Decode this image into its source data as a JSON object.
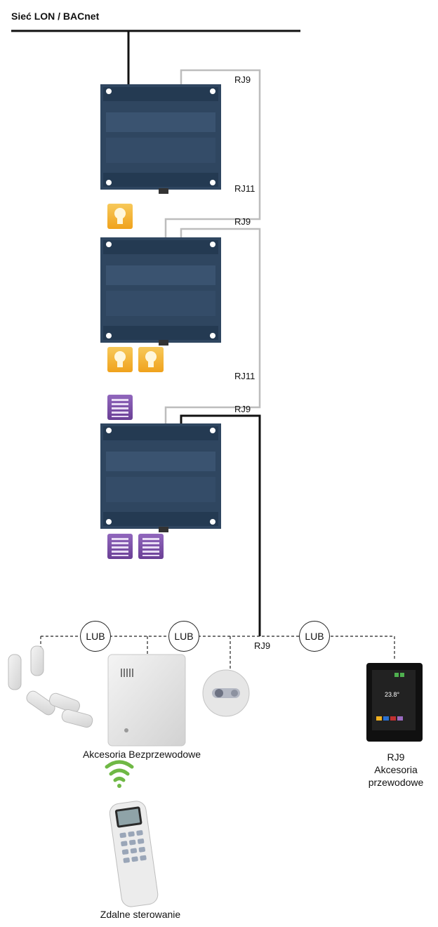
{
  "title": "Sieć LON / BACnet",
  "connectors": {
    "rj9_top": "RJ9",
    "rj11_first": "RJ11",
    "rj9_second": "RJ9",
    "rj11_second": "RJ11",
    "rj9_third": "RJ9",
    "rj9_bottom": "RJ9"
  },
  "lub_labels": [
    "LUB",
    "LUB",
    "LUB"
  ],
  "accessories": {
    "wireless_label": "Akcesoria Bezprzewodowe",
    "wired_rj9": "RJ9",
    "wired_label_1": "Akcesoria",
    "wired_label_2": "przewodowe",
    "remote_label": "Zdalne sterowanie"
  },
  "icons": {
    "light": "lightbulb-icon",
    "blind": "blind-icon",
    "wireless": "wifi-icon"
  },
  "colors": {
    "controller_body": "#2f4660",
    "controller_dark": "#1c2c3e",
    "light_icon": "#f3b22a",
    "blind_icon": "#7b4fa6",
    "wifi": "#6fb845",
    "cable_grey": "#bdbdbd",
    "cable_black": "#111111"
  }
}
